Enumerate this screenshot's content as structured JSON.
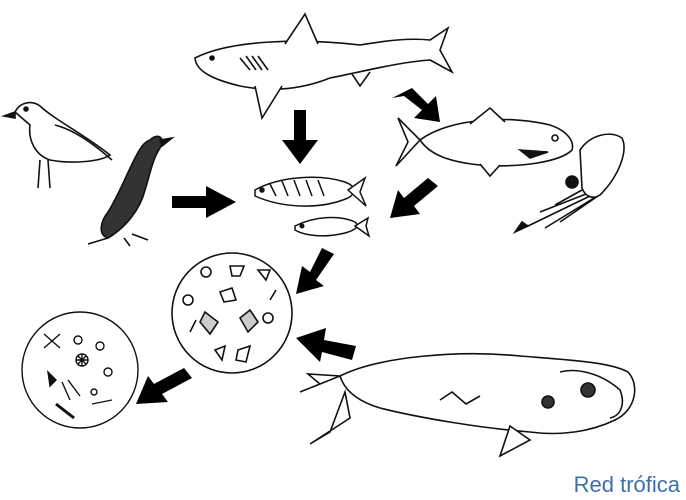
{
  "diagram": {
    "caption": "Red trófica",
    "organisms": [
      {
        "id": "shark",
        "icon": "shark-icon"
      },
      {
        "id": "tuna",
        "icon": "tuna-icon"
      },
      {
        "id": "squid",
        "icon": "squid-icon"
      },
      {
        "id": "gull",
        "icon": "gull-icon"
      },
      {
        "id": "cormorant",
        "icon": "cormorant-icon"
      },
      {
        "id": "mackerel",
        "icon": "mackerel-icon"
      },
      {
        "id": "sardine",
        "icon": "sardine-icon"
      },
      {
        "id": "zooplankton",
        "icon": "zooplankton-icon"
      },
      {
        "id": "phytoplankton",
        "icon": "phytoplankton-icon"
      },
      {
        "id": "right-whale",
        "icon": "whale-icon"
      }
    ],
    "arrows": [
      {
        "from": "shark",
        "to": "tuna"
      },
      {
        "from": "shark",
        "to": "mackerel"
      },
      {
        "from": "cormorant",
        "to": "mackerel"
      },
      {
        "from": "squid",
        "to": "sardine"
      },
      {
        "from": "mackerel",
        "to": "zooplankton"
      },
      {
        "from": "right-whale",
        "to": "zooplankton"
      },
      {
        "from": "zooplankton",
        "to": "phytoplankton"
      }
    ],
    "colors": {
      "ink": "#111111",
      "arrow": "#000000",
      "caption": "#3f6fa8",
      "background": "#ffffff"
    }
  }
}
